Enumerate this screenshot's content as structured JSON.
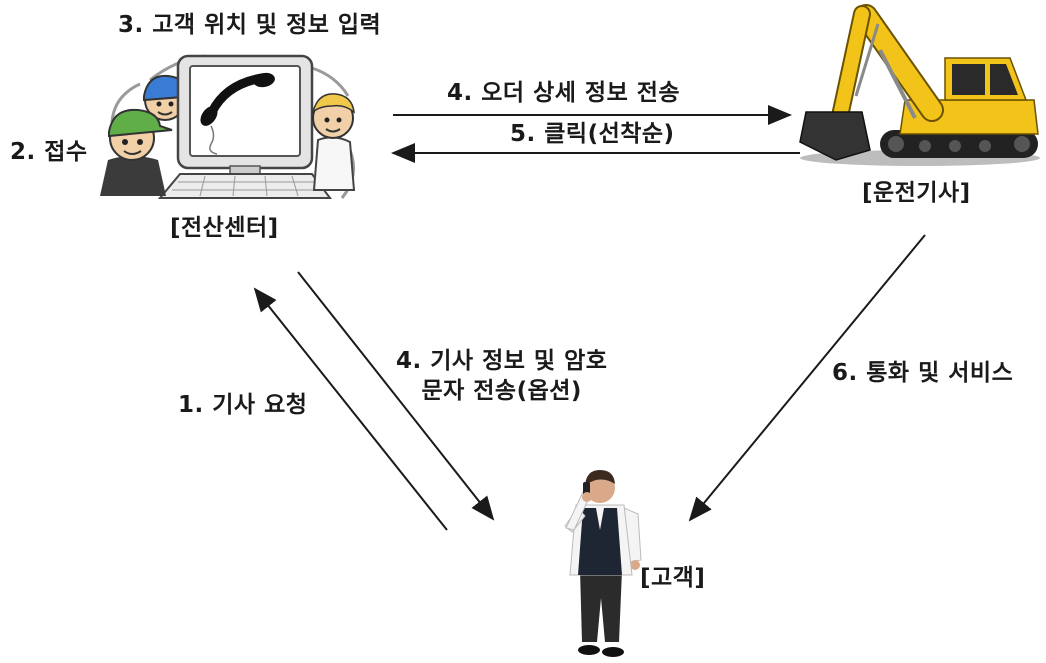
{
  "labels": {
    "step3": "3. 고객 위치 및 정보 입력",
    "step2": "2. 접수",
    "call_center": "[전산센터]",
    "step4_order": "4. 오더 상세 정보 전송",
    "step5": "5. 클릭(선착순)",
    "driver": "[운전기사]",
    "step1": "1. 기사 요청",
    "step4_driver_info": [
      "4. 기사 정보 및 암호",
      "문자 전송(옵션)"
    ],
    "step6": "6. 통화 및 서비스",
    "customer": "[고객]"
  },
  "icons": {
    "call_center": "computer-with-operators-icon",
    "screen": "telephone-icon",
    "driver": "excavator-icon",
    "customer": "person-on-phone-icon"
  },
  "colors": {
    "text": "#1a1a1a",
    "arrow": "#1a1a1a",
    "excavator_yellow": "#f2c318",
    "vest": "#1e2633",
    "green_cap": "#5fae47",
    "blue_cap": "#3a7bd5",
    "yellow_hair": "#f0c84a"
  }
}
